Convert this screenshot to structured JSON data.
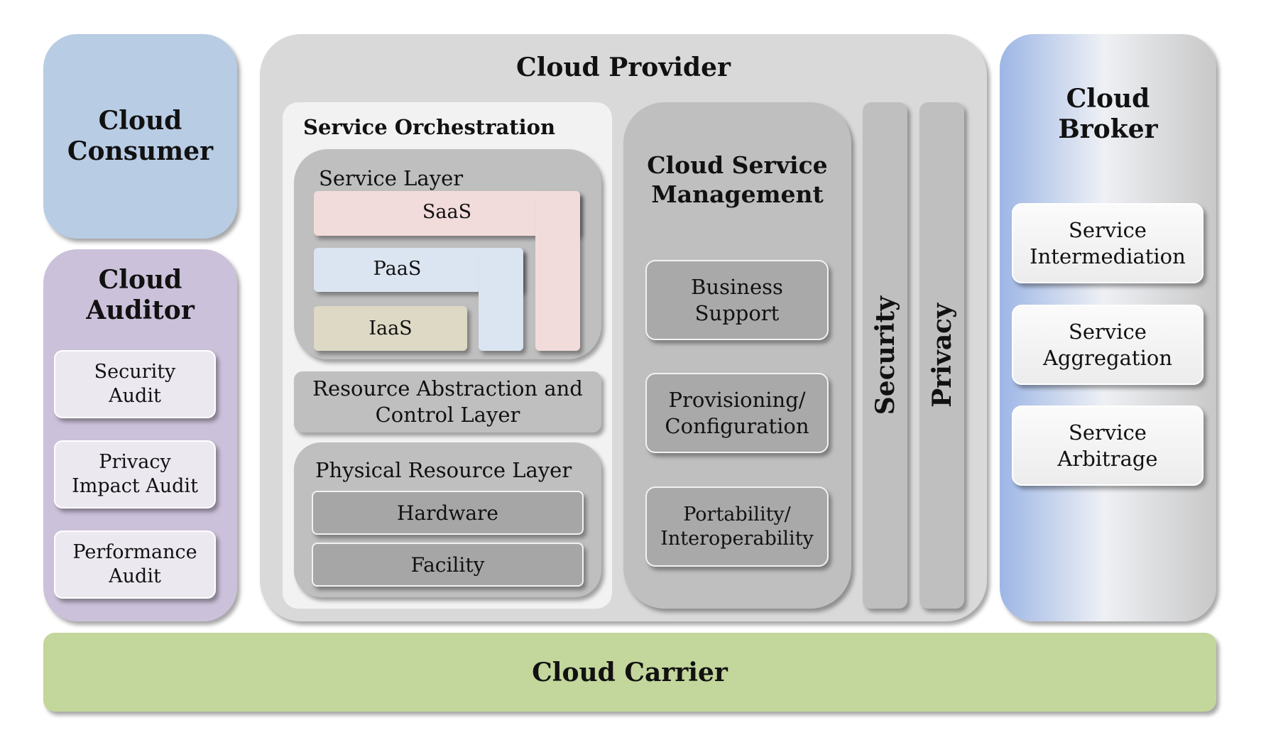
{
  "cloud_consumer": {
    "title_line1": "Cloud",
    "title_line2": "Consumer"
  },
  "cloud_auditor": {
    "title_line1": "Cloud",
    "title_line2": "Auditor",
    "items": [
      {
        "line1": "Security",
        "line2": "Audit"
      },
      {
        "line1": "Privacy",
        "line2": "Impact Audit"
      },
      {
        "line1": "Performance",
        "line2": "Audit"
      }
    ]
  },
  "cloud_provider": {
    "title": "Cloud Provider",
    "service_orchestration": {
      "title": "Service Orchestration",
      "service_layer": {
        "title": "Service Layer",
        "saas": "SaaS",
        "paas": "PaaS",
        "iaas": "IaaS"
      },
      "resource_abstraction": {
        "line1": "Resource Abstraction and",
        "line2": "Control Layer"
      },
      "physical_layer": {
        "title": "Physical Resource Layer",
        "hardware": "Hardware",
        "facility": "Facility"
      }
    },
    "management": {
      "title_line1": "Cloud Service",
      "title_line2": "Management",
      "items": [
        {
          "line1": "Business",
          "line2": "Support"
        },
        {
          "line1": "Provisioning/",
          "line2": "Configuration"
        },
        {
          "line1": "Portability/",
          "line2": "Interoperability"
        }
      ]
    },
    "security": "Security",
    "privacy": "Privacy"
  },
  "cloud_broker": {
    "title_line1": "Cloud",
    "title_line2": "Broker",
    "items": [
      {
        "line1": "Service",
        "line2": "Intermediation"
      },
      {
        "line1": "Service",
        "line2": "Aggregation"
      },
      {
        "line1": "Service",
        "line2": "Arbitrage"
      }
    ]
  },
  "cloud_carrier": {
    "title": "Cloud Carrier"
  },
  "colors": {
    "consumer": "#b8cce4",
    "auditor": "#ccc1da",
    "provider": "#d9d9d9",
    "carrier": "#c3d69b",
    "saas": "#f2dcdb",
    "paas": "#dbe5f1",
    "iaas": "#ddd9c4"
  }
}
